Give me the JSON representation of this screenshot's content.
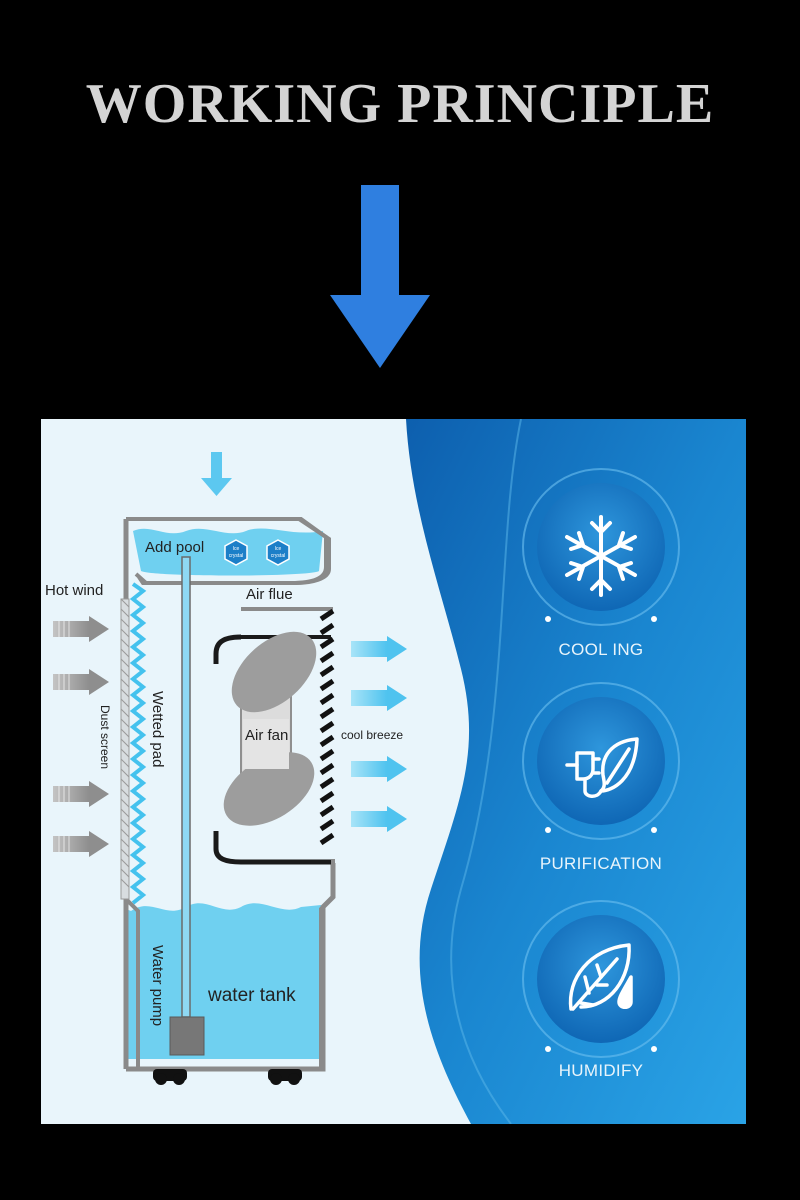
{
  "title": "WORKING PRINCIPLE",
  "colors": {
    "background": "#000000",
    "title": "#d4d4d4",
    "arrow": "#2f7fe0",
    "panel_light": "#e9f5fb",
    "panel_blue": "#1a7fc9",
    "water": "#6fd0f0"
  },
  "diagram": {
    "add_pool": "Add pool",
    "ice_crystal": "Ice crystal",
    "hot_wind": "Hot wind",
    "air_flue": "Air flue",
    "dust_screen": "Dust screen",
    "wetted_pad": "Wetted pad",
    "air_fan": "Air fan",
    "cool_breeze": "cool breeze",
    "water_pump": "Water pump",
    "water_tank": "water tank"
  },
  "features": [
    {
      "label": "COOL ING",
      "icon": "snowflake-icon"
    },
    {
      "label": "PURIFICATION",
      "icon": "plug-leaf-icon"
    },
    {
      "label": "HUMIDIFY",
      "icon": "leaf-drop-icon"
    }
  ]
}
